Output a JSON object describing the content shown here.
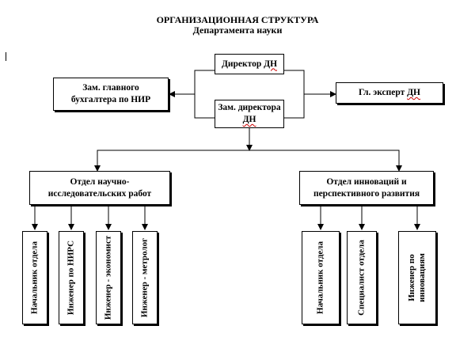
{
  "title": {
    "line1": "ОРГАНИЗАЦИОННАЯ СТРУКТУРА",
    "line2": "Департамента науки"
  },
  "boxes": {
    "director": {
      "text": "Директор",
      "abbr": "ДН"
    },
    "deputy_accountant": {
      "line1": "Зам. главного",
      "line2": "бухгалтера по НИР"
    },
    "deputy_director": {
      "line1": "Зам. директора",
      "abbr": "ДН"
    },
    "chief_expert": {
      "text": "Гл. эксперт",
      "abbr": "ДН"
    },
    "research_dept": {
      "line1": "Отдел научно-",
      "line2": "исследовательских работ"
    },
    "innovation_dept": {
      "line1": "Отдел инноваций и",
      "line2": "перспективного развития"
    }
  },
  "research_staff": [
    "Начальник отдела",
    "Инженер по НИРС",
    "Инженер - экономист",
    "Инженер - метролог"
  ],
  "innovation_staff": [
    "Начальник отдела",
    "Специалист отдела",
    "Инженер по",
    "инновациям"
  ]
}
